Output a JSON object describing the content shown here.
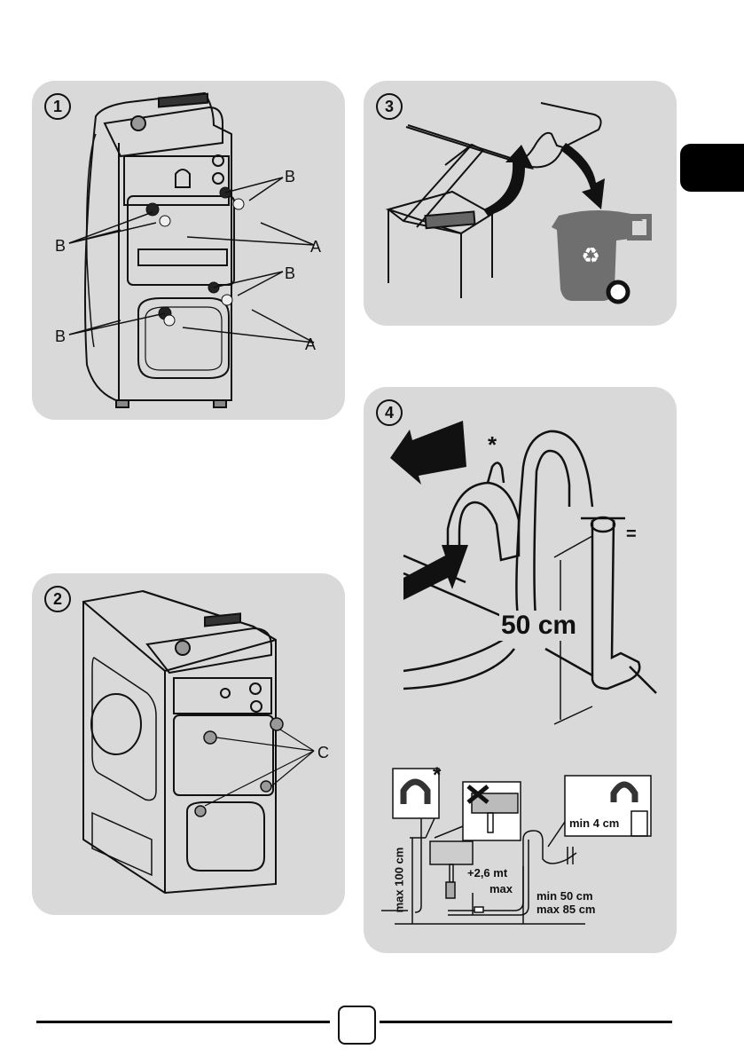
{
  "panels": [
    {
      "step": "1",
      "description": "rear of washing machine showing transport bolts and spacers",
      "labels": {
        "b_upper_right": "B",
        "b_upper_left": "B",
        "a_upper": "A",
        "b_lower_right": "B",
        "b_lower_left": "B",
        "a_lower": "A"
      }
    },
    {
      "step": "2",
      "description": "rear of washing machine with plugs inserted in bolt holes",
      "labels": {
        "c": "C"
      }
    },
    {
      "step": "3",
      "description": "remove transport bracket from drum and discard in recycling bin",
      "icons": [
        "curved-arrow-up",
        "curved-arrow-down",
        "recycle-bin-icon"
      ]
    },
    {
      "step": "4",
      "description": "drain hose installation with hose guide",
      "labels": {
        "asterisk": "*",
        "equals": "=",
        "height": "50 cm"
      }
    }
  ],
  "drain_diagram": {
    "asterisk": "*",
    "max_height": "max 100 cm",
    "extension": "+2,6 mt",
    "extension_max": "max",
    "min_range": "min 50 cm",
    "max_range": "max 85 cm",
    "min_depth": "min 4 cm"
  },
  "footer": {
    "page_number": ""
  },
  "colors": {
    "panel_bg": "#d9d9d9",
    "bin_gray": "#6f6f6f",
    "tab_black": "#000000"
  }
}
